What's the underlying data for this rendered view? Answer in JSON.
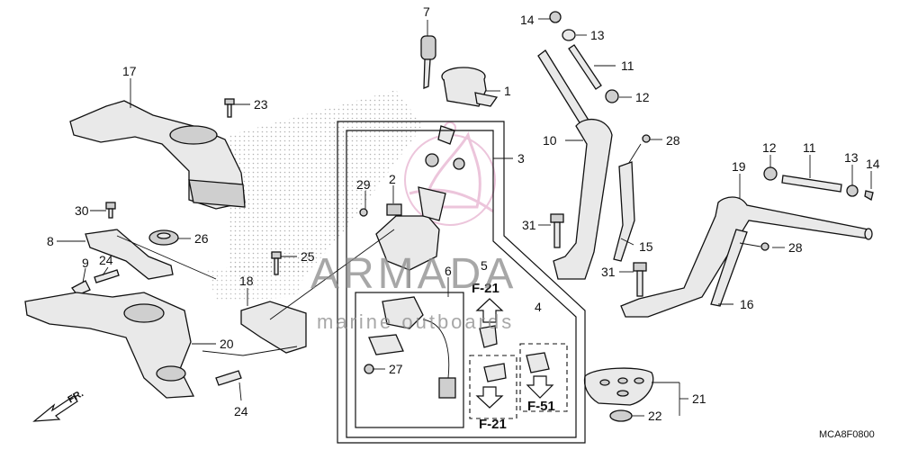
{
  "diagram": {
    "callouts": {
      "c7": "7",
      "c14a": "14",
      "c13a": "13",
      "c11a": "11",
      "c12a": "12",
      "c1": "1",
      "c17": "17",
      "c23": "23",
      "c10": "10",
      "c28a": "28",
      "c3": "3",
      "c2": "2",
      "c29": "29",
      "c12b": "12",
      "c11b": "11",
      "c13b": "13",
      "c14b": "14",
      "c19": "19",
      "c30": "30",
      "c8": "8",
      "c26": "26",
      "c31a": "31",
      "c15": "15",
      "c28b": "28",
      "c9": "9",
      "c24a": "24",
      "c25": "25",
      "c6": "6",
      "c5": "5",
      "c31b": "31",
      "c18": "18",
      "c16": "16",
      "c4": "4",
      "c20": "20",
      "c27": "27",
      "c24b": "24",
      "c21": "21",
      "c22": "22"
    },
    "refs": {
      "f21_top": "F-21",
      "f21_bottom": "F-21",
      "f51": "F-51"
    },
    "front_label": "FR.",
    "diagram_code": "MCA8F0800",
    "watermark": {
      "brand": "ARMADA",
      "subtitle": "marine outboards"
    }
  }
}
